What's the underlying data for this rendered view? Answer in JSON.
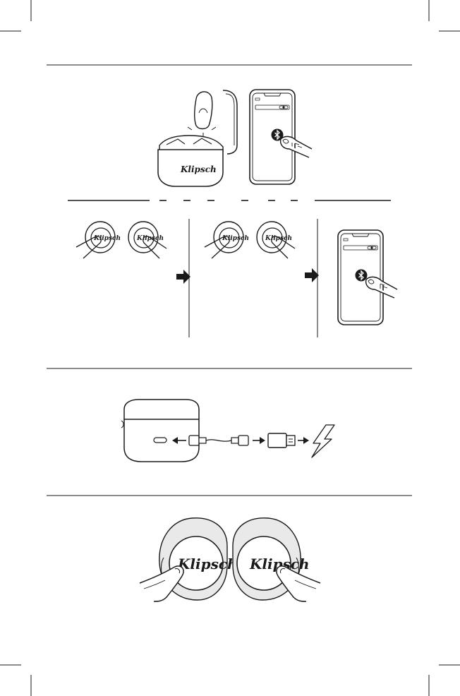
{
  "page": {
    "brand_logo_text": "Klipsch",
    "colors": {
      "ink": "#1a1a1a",
      "paper": "#ffffff",
      "case_light": "#f2f2f2"
    }
  },
  "sections": [
    {
      "id": "pairing",
      "panels": [
        "case-open-press",
        "phone-bluetooth"
      ]
    },
    {
      "id": "manual-pairing",
      "steps": [
        "press-both-earbuds",
        "press-both-earbuds-again",
        "phone-bluetooth"
      ]
    },
    {
      "id": "charging",
      "chain": [
        "charging-case",
        "usb-c-cable",
        "usb-adapter",
        "power-source"
      ]
    },
    {
      "id": "controls",
      "panels": [
        "left-earbud-touch",
        "right-earbud-touch"
      ]
    }
  ],
  "icons": [
    "bluetooth-icon",
    "arrow-right-icon",
    "arrow-left-icon",
    "lightning-bolt-icon",
    "finger-icon"
  ]
}
